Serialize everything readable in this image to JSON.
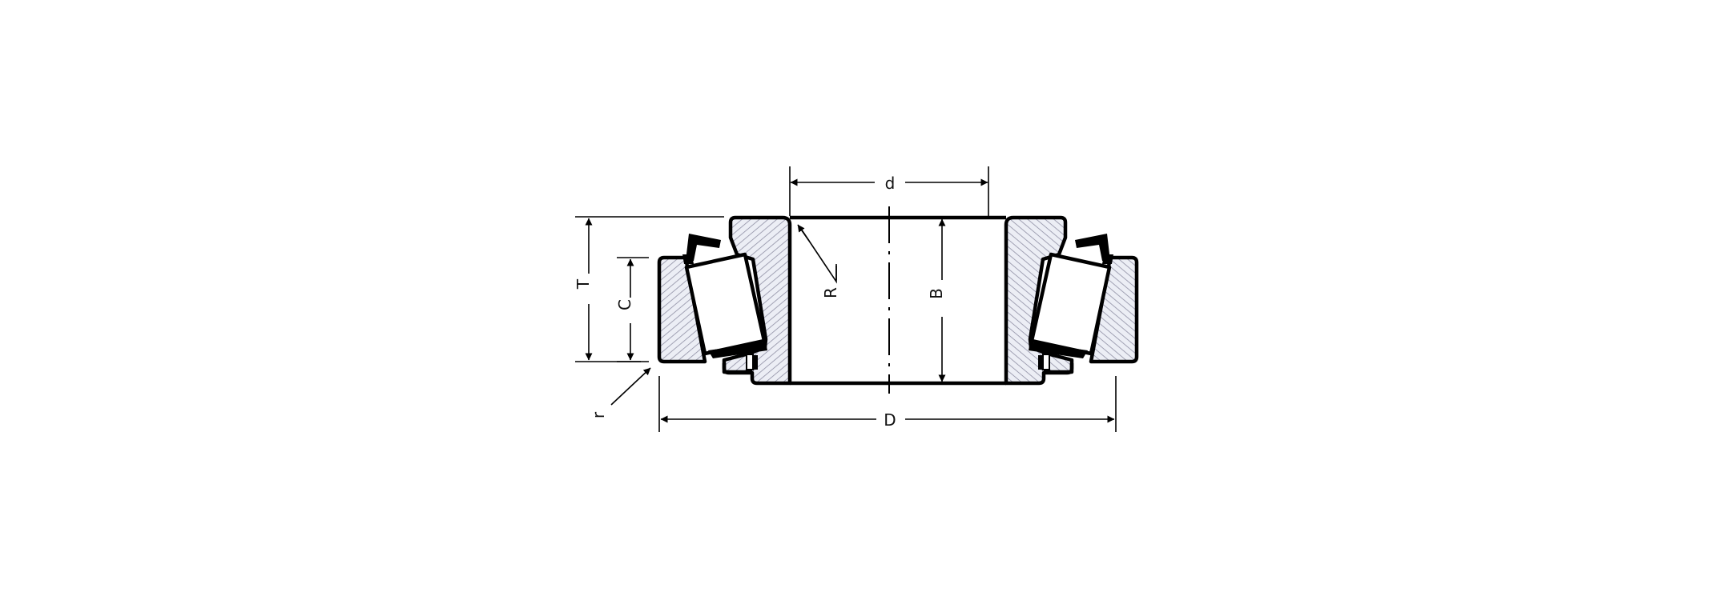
{
  "labels": {
    "d": "d",
    "T": "T",
    "C": "C",
    "R": "R",
    "B": "B",
    "D": "D",
    "r": "r"
  },
  "colors": {
    "line": "#000000",
    "hatch": "#8e8ea3",
    "hatch_bg": "#eceef5",
    "background": "#ffffff"
  }
}
